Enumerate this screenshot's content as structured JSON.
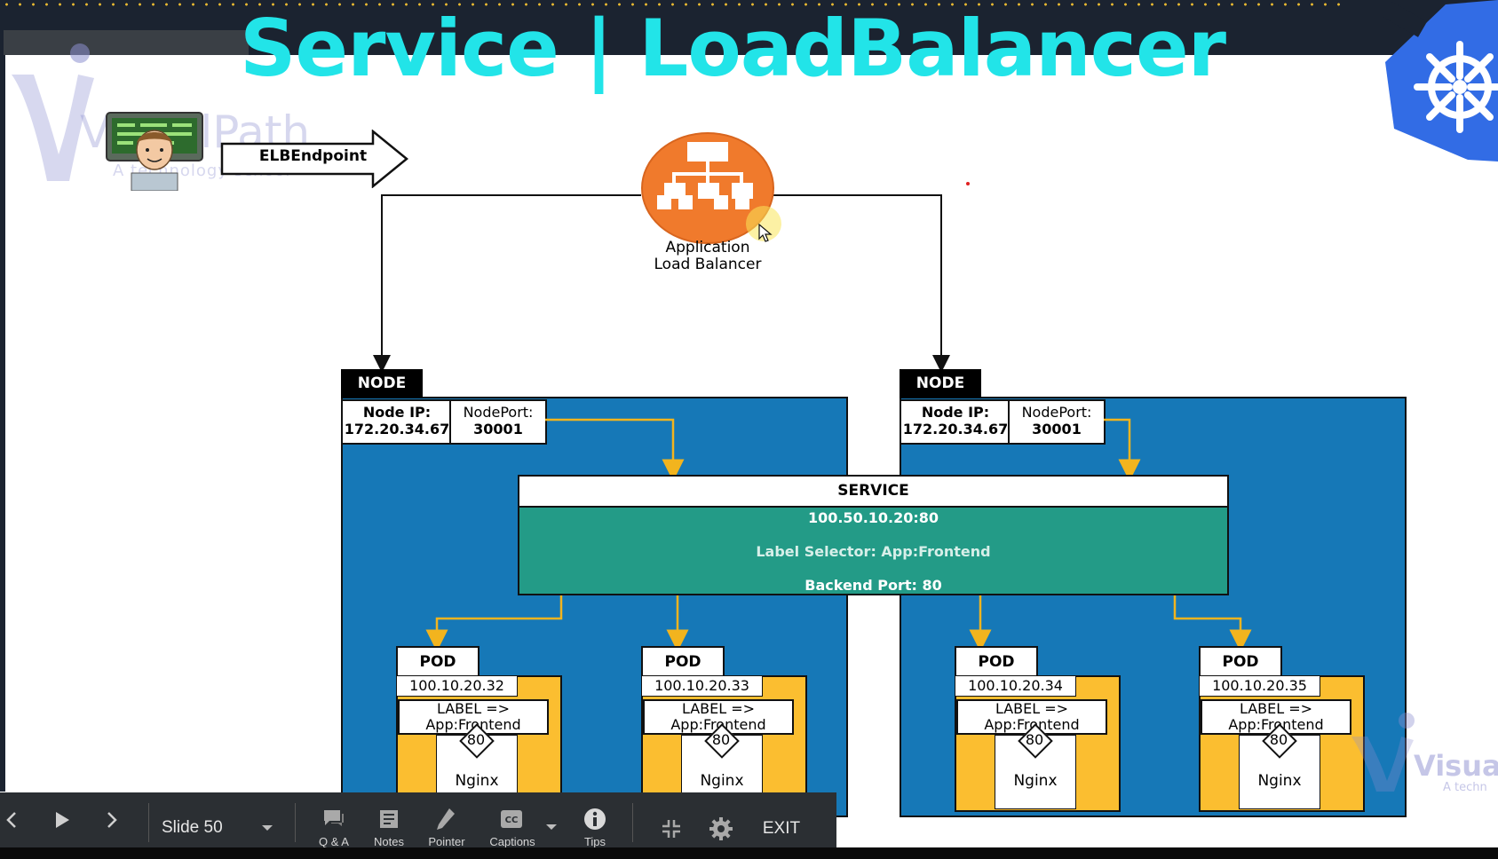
{
  "slide": {
    "title": "Service | LoadBalancer",
    "brand_text": "VisualPath",
    "brand_tagline": "A technology school",
    "elb_endpoint": "ELBEndpoint",
    "load_balancer": {
      "line1": "Application",
      "line2": "Load Balancer"
    },
    "nodes": [
      {
        "tab": "NODE",
        "ip_label": "Node IP:",
        "ip_value": "172.20.34.67",
        "nodeport_label": "NodePort:",
        "nodeport_value": "30001"
      },
      {
        "tab": "NODE",
        "ip_label": "Node IP:",
        "ip_value": "172.20.34.67",
        "nodeport_label": "NodePort:",
        "nodeport_value": "30001"
      }
    ],
    "service": {
      "title": "SERVICE",
      "ip": "100.50.10.20:80",
      "selector": "Label Selector: App:Frontend",
      "backend": "Backend Port: 80"
    },
    "pods": [
      {
        "tab": "POD",
        "ip": "100.10.20.32",
        "label1": "LABEL =>",
        "label2": "App:Frontend",
        "port": "80",
        "container": "Nginx"
      },
      {
        "tab": "POD",
        "ip": "100.10.20.33",
        "label1": "LABEL =>",
        "label2": "App:Frontend",
        "port": "80",
        "container": "Nginx"
      },
      {
        "tab": "POD",
        "ip": "100.10.20.34",
        "label1": "LABEL =>",
        "label2": "App:Frontend",
        "port": "80",
        "container": "Nginx"
      },
      {
        "tab": "POD",
        "ip": "100.10.20.35",
        "label1": "LABEL =>",
        "label2": "App:Frontend",
        "port": "80",
        "container": "Nginx"
      }
    ],
    "watermark_right": "Visual",
    "watermark_right_tag": "A techn"
  },
  "toolbar": {
    "slide_label": "Slide 50",
    "qa": "Q & A",
    "notes": "Notes",
    "pointer": "Pointer",
    "captions": "Captions",
    "tips": "Tips",
    "exit": "EXIT"
  },
  "colors": {
    "title": "#22e4e8",
    "node_blue": "#1678b7",
    "service_green": "#239b87",
    "pod_yellow": "#fbbe30",
    "arrow_yellow": "#f2b41e",
    "lb_orange": "#f07a2c",
    "k8s_blue": "#326ce5"
  }
}
